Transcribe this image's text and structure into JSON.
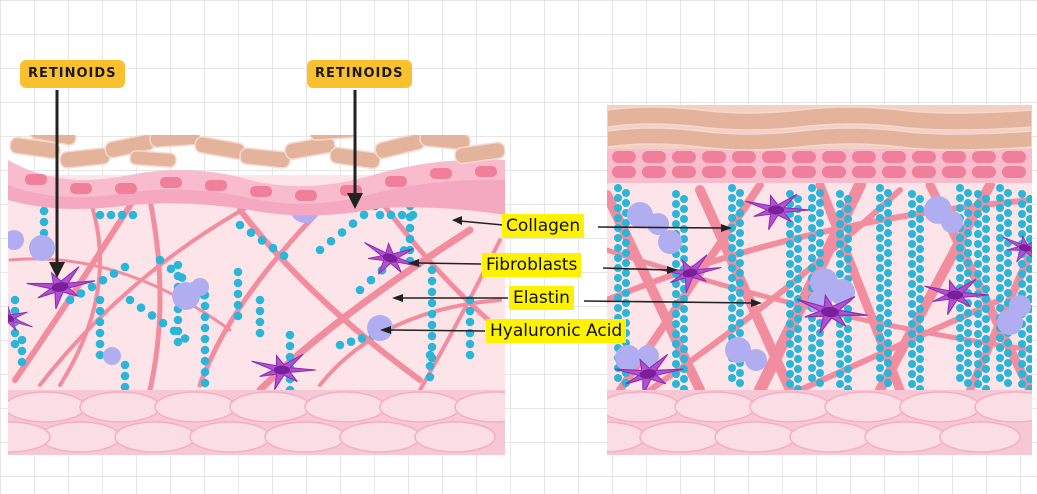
{
  "tags": {
    "retinoids_left": "RETINOIDS",
    "retinoids_right": "RETINOIDS"
  },
  "labels": {
    "collagen": "Collagen",
    "fibroblasts": "Fibroblasts",
    "elastin": "Elastin",
    "hyaluronic_acid": "Hyaluronic Acid"
  },
  "colors": {
    "tag": "#fbc02d",
    "label": "#fff200",
    "dermis": "#fde4e9",
    "collagen": "#f28da0",
    "elastin": "#29b6d8",
    "fibroblast": "#b34fd3",
    "hyaluronic": "#b0aef0",
    "epidermis": "#e3b39b",
    "basal": "#f7a8be"
  }
}
